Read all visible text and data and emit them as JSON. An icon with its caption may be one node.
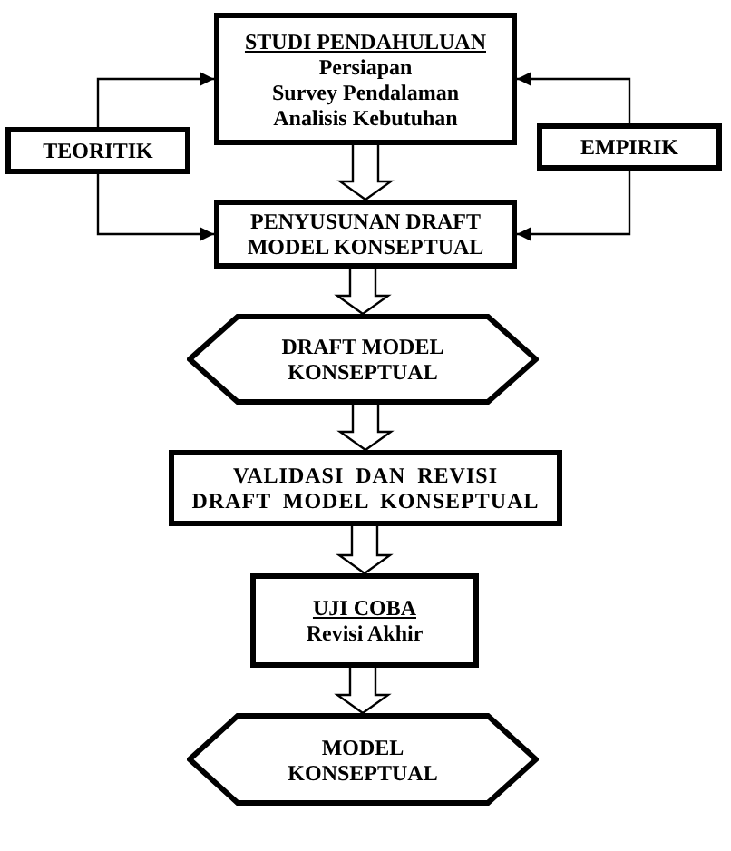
{
  "diagram": {
    "nodes": [
      {
        "text": [
          "STUDI PENDAHULUAN",
          "Persiapan",
          "Survey Pendalaman",
          "Analisis Kebutuhan"
        ]
      },
      {
        "text": [
          "TEORITIK"
        ]
      },
      {
        "text": [
          "EMPIRIK"
        ]
      },
      {
        "text": [
          "PENYUSUNAN DRAFT MODEL KONSEPTUAL"
        ]
      },
      {
        "text": [
          "DRAFT MODEL KONSEPTUAL"
        ]
      },
      {
        "text": [
          "VALIDASI DAN REVISI DRAFT MODEL KONSEPTUAL"
        ]
      },
      {
        "text": [
          "UJI COBA",
          "Revisi Akhir"
        ]
      },
      {
        "text": [
          "MODEL KONSEPTUAL"
        ]
      }
    ],
    "edges": [
      {
        "from": 1,
        "to": 0,
        "arrow": "to"
      },
      {
        "from": 1,
        "to": 3,
        "arrow": "to"
      },
      {
        "from": 2,
        "to": 0,
        "arrow": "to"
      },
      {
        "from": 2,
        "to": 3,
        "arrow": "to"
      },
      {
        "from": 0,
        "to": 3,
        "arrow": "to",
        "style": "thick"
      },
      {
        "from": 3,
        "to": 4,
        "arrow": "to",
        "style": "thick"
      },
      {
        "from": 4,
        "to": 5,
        "arrow": "to",
        "style": "thick"
      },
      {
        "from": 5,
        "to": 6,
        "arrow": "to",
        "style": "thick"
      },
      {
        "from": 6,
        "to": 7,
        "arrow": "to",
        "style": "thick"
      }
    ]
  }
}
